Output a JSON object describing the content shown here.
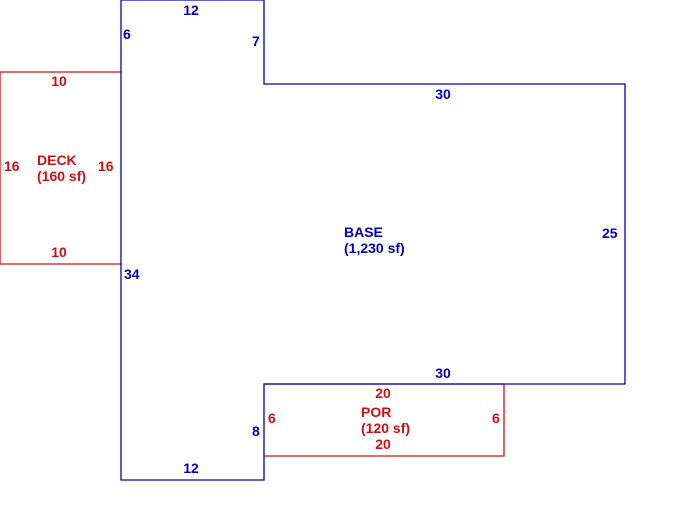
{
  "colors": {
    "base": "#0000c0",
    "addition": "#d01010"
  },
  "base": {
    "name": "BASE",
    "area": "(1,230 sf)",
    "dims": {
      "top_left_width": "12",
      "left_upper_small": "6",
      "inner_step_height": "7",
      "top_right_width": "30",
      "right_height": "25",
      "left_height": "34",
      "bottom_right_width": "30",
      "inner_bottom_step": "8",
      "bottom_left_width": "12"
    }
  },
  "deck": {
    "name": "DECK",
    "area": "(160 sf)",
    "dims": {
      "top": "10",
      "bottom": "10",
      "left": "16",
      "right": "16"
    }
  },
  "porch": {
    "name": "POR",
    "area": "(120 sf)",
    "dims": {
      "top": "20",
      "bottom": "20",
      "left": "6",
      "right": "6"
    }
  }
}
